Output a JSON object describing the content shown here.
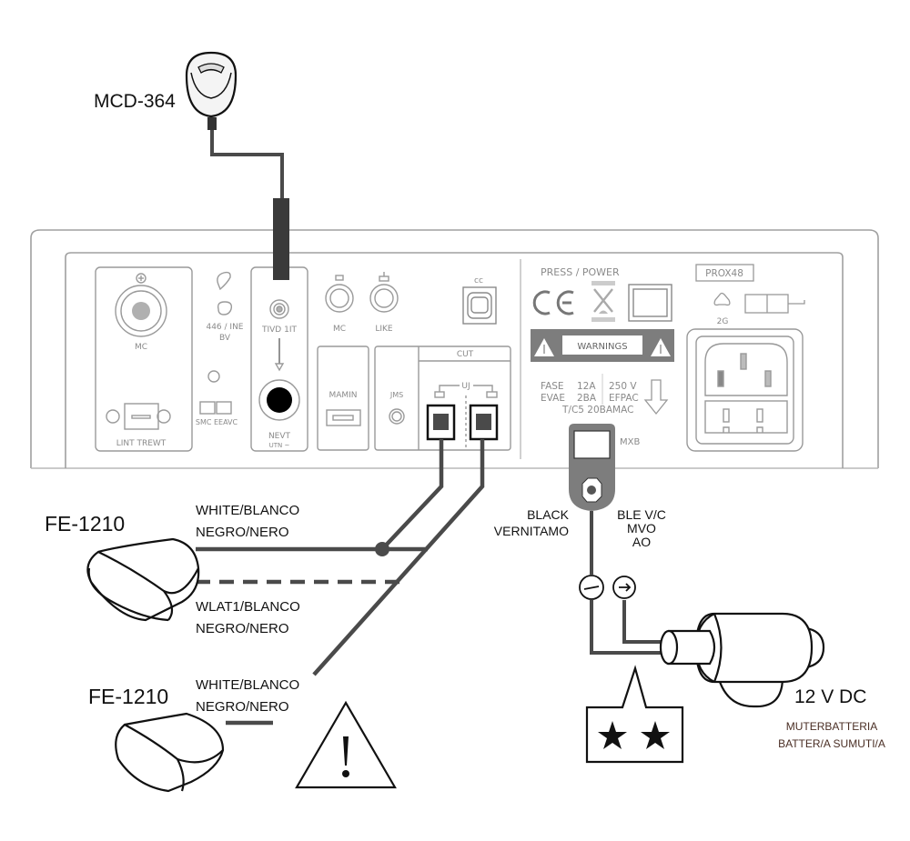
{
  "devices": {
    "microphone": {
      "model": "MCD-364"
    },
    "speaker_top": {
      "model": "FE-1210"
    },
    "speaker_bottom": {
      "model": "FE-1210"
    },
    "power_supply": {
      "label": "12 V DC",
      "note_line1": "MUTERBATTERIA",
      "note_line2": "BATTER/A SUMUTI/A"
    }
  },
  "panel": {
    "left_module": {
      "jack_label": "MC",
      "switch_label": "LINT TREWT"
    },
    "antenna_label_line1": "446 / INE",
    "antenna_label_line2": "BV",
    "small_buttons_label": "SMC EEAVC",
    "mic_input": {
      "top_label": "TIVD 1IT",
      "bottom_label": "NEVT",
      "bottom_sub": "UTN ~"
    },
    "jacks": [
      {
        "label": "MC"
      },
      {
        "label": "LIKE"
      }
    ],
    "cc_label": "cc",
    "usb_label": "MAMIN",
    "aux_label": "JMS",
    "out_group_label": "CUT",
    "out_pair_label": "UJ",
    "press_power_label": "PRESS / POWER",
    "warnings_label": "WARNINGS",
    "rating_rows": [
      {
        "a": "FASE",
        "b": "12A",
        "c": "250 V"
      },
      {
        "a": "EVAE",
        "b": "2BA",
        "c": "EFPAC"
      }
    ],
    "rating_footer": "T/C5 20BAMAC",
    "model_badge": "PROX48",
    "ground_label": "2G",
    "dc_plug_label": "MXB"
  },
  "wires": {
    "speaker1_line1": "WHITE/BLANCO",
    "speaker1_line2": "NEGRO/NERO",
    "speaker1b_line1": "WLAT1/BLANCO",
    "speaker1b_line2": "NEGRO/NERO",
    "speaker2_line1": "WHITE/BLANCO",
    "speaker2_line2": "NEGRO/NERO",
    "dc_left_line1": "BLACK",
    "dc_left_line2": "VERNITAMO",
    "dc_right_line1": "BLE V/C",
    "dc_right_line2": "MVO",
    "dc_right_line3": "AO"
  },
  "fuse_box": {
    "symbol_minus": "−",
    "symbol_plus": "→",
    "stars": 2
  },
  "colors": {
    "wire": "#4a4a4a",
    "panel_line": "#9a9a9a",
    "warning_band": "#7d7d7d",
    "note_text": "#4a2e24"
  }
}
